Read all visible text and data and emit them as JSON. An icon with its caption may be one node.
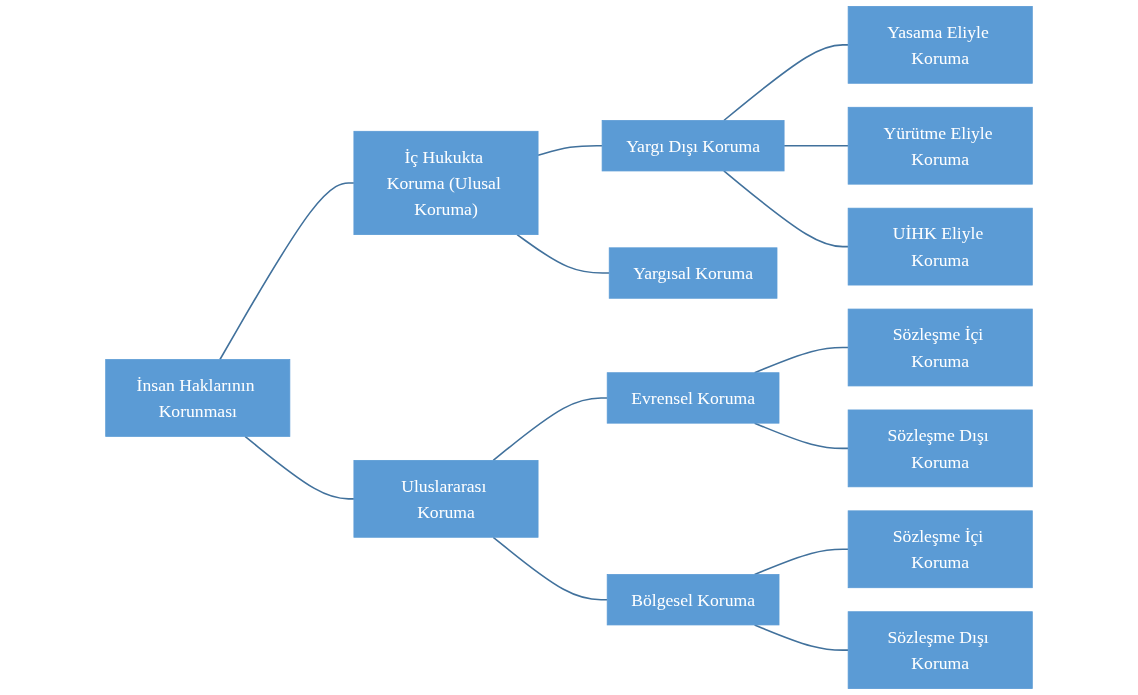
{
  "diagram": {
    "nodes": [
      {
        "text": [
          "İnsan Haklarının Korunması"
        ]
      },
      {
        "text": [
          "İç Hukukta Koruma (Ulusal Koruma)"
        ]
      },
      {
        "text": [
          "Uluslararası Koruma"
        ]
      },
      {
        "text": [
          "Yargı Dışı Koruma"
        ]
      },
      {
        "text": [
          "Yargısal Koruma"
        ]
      },
      {
        "text": [
          "Evrensel Koruma"
        ]
      },
      {
        "text": [
          "Bölgesel Koruma"
        ]
      },
      {
        "text": [
          "Yasama Eliyle Koruma"
        ]
      },
      {
        "text": [
          "Yürütme Eliyle Koruma"
        ]
      },
      {
        "text": [
          "UİHK Eliyle Koruma"
        ]
      },
      {
        "text": [
          "Sözleşme İçi Koruma"
        ]
      },
      {
        "text": [
          "Sözleşme Dışı Koruma"
        ]
      },
      {
        "text": [
          "Sözleşme İçi Koruma"
        ]
      },
      {
        "text": [
          "Sözleşme Dışı Koruma"
        ]
      }
    ],
    "edges": [
      {
        "from": 0,
        "to": 1,
        "arrow": "none"
      },
      {
        "from": 0,
        "to": 2,
        "arrow": "none"
      },
      {
        "from": 1,
        "to": 3,
        "arrow": "none"
      },
      {
        "from": 1,
        "to": 4,
        "arrow": "none"
      },
      {
        "from": 2,
        "to": 5,
        "arrow": "none"
      },
      {
        "from": 2,
        "to": 6,
        "arrow": "none"
      },
      {
        "from": 3,
        "to": 7,
        "arrow": "none"
      },
      {
        "from": 3,
        "to": 8,
        "arrow": "none"
      },
      {
        "from": 3,
        "to": 9,
        "arrow": "none"
      },
      {
        "from": 5,
        "to": 10,
        "arrow": "none"
      },
      {
        "from": 5,
        "to": 11,
        "arrow": "none"
      },
      {
        "from": 6,
        "to": 12,
        "arrow": "none"
      },
      {
        "from": 6,
        "to": 13,
        "arrow": "none"
      }
    ]
  }
}
